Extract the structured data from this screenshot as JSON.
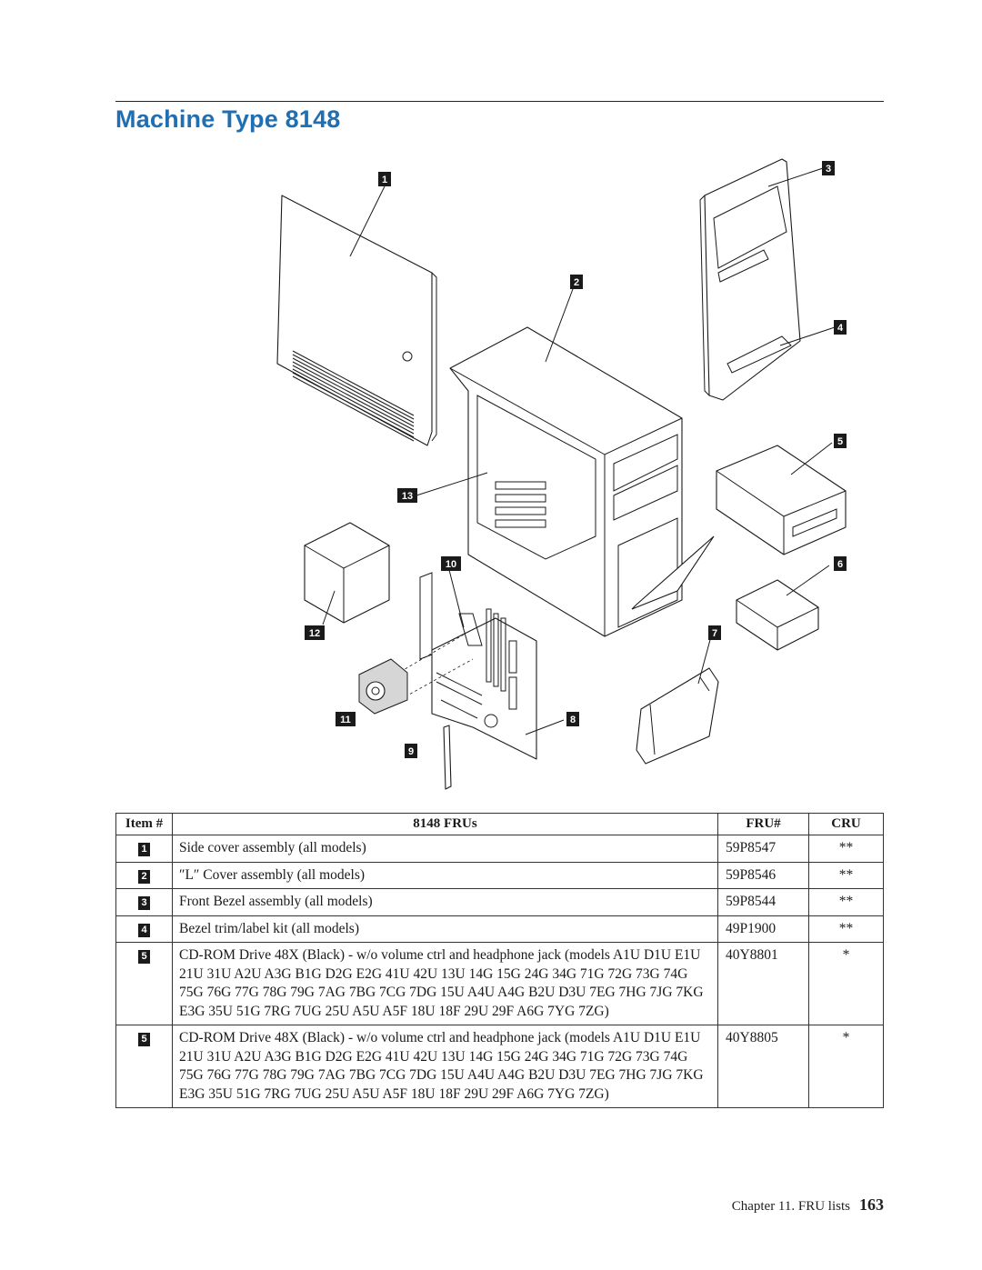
{
  "title": "Machine Type 8148",
  "callouts": [
    "1",
    "2",
    "3",
    "4",
    "5",
    "6",
    "7",
    "8",
    "9",
    "10",
    "11",
    "12",
    "13"
  ],
  "table": {
    "headers": {
      "item": "Item #",
      "frus": "8148 FRUs",
      "fru_no": "FRU#",
      "cru": "CRU"
    },
    "rows": [
      {
        "item": "1",
        "desc": "Side cover assembly (all models)",
        "fru": "59P8547",
        "cru": "**"
      },
      {
        "item": "2",
        "desc": "″L″ Cover assembly (all models)",
        "fru": "59P8546",
        "cru": "**"
      },
      {
        "item": "3",
        "desc": "Front Bezel assembly (all models)",
        "fru": "59P8544",
        "cru": "**"
      },
      {
        "item": "4",
        "desc": "Bezel trim/label kit (all models)",
        "fru": "49P1900",
        "cru": "**"
      },
      {
        "item": "5",
        "desc": "CD-ROM Drive 48X (Black) - w/o volume ctrl and headphone jack (models A1U D1U E1U 21U 31U A2U A3G B1G D2G E2G 41U 42U 13U 14G 15G 24G 34G 71G 72G 73G 74G 75G 76G 77G 78G 79G 7AG 7BG 7CG 7DG 15U A4U A4G B2U D3U 7EG 7HG 7JG 7KG E3G 35U 51G 7RG 7UG 25U A5U A5F 18U 18F 29U 29F A6G 7YG 7ZG)",
        "fru": "40Y8801",
        "cru": "*"
      },
      {
        "item": "5",
        "desc": "CD-ROM Drive 48X (Black) - w/o volume ctrl and headphone jack (models A1U D1U E1U 21U 31U A2U A3G B1G D2G E2G 41U 42U 13U 14G 15G 24G 34G 71G 72G 73G 74G 75G 76G 77G 78G 79G 7AG 7BG 7CG 7DG 15U A4U A4G B2U D3U 7EG 7HG 7JG 7KG E3G 35U 51G 7RG 7UG 25U A5U A5F 18U 18F 29U 29F A6G 7YG 7ZG)",
        "fru": "40Y8805",
        "cru": "*"
      }
    ]
  },
  "footer": {
    "chapter": "Chapter 11. FRU lists",
    "page": "163"
  }
}
